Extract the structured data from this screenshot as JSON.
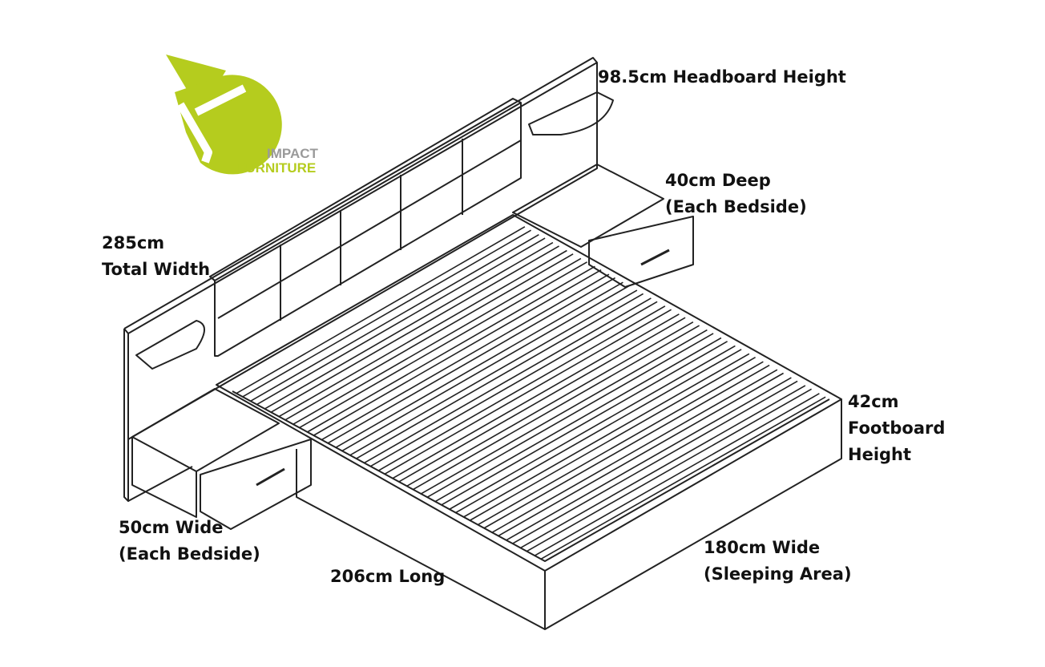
{
  "logo": {
    "line1": "IMPACT",
    "line2": "FURNITURE",
    "colors": {
      "green": "#b5cc1e",
      "gray": "#9a9a9a"
    }
  },
  "labels": {
    "headboard_height": "98.5cm Headboard Height",
    "deep_line1": "40cm Deep",
    "deep_line2": "(Each Bedside)",
    "total_width_line1": "285cm",
    "total_width_line2": "Total Width",
    "footboard_line1": "42cm",
    "footboard_line2": "Footboard",
    "footboard_line3": "Height",
    "bedside_wide_line1": "50cm Wide",
    "bedside_wide_line2": "(Each Bedside)",
    "long": "206cm Long",
    "sleeping_line1": "180cm Wide",
    "sleeping_line2": "(Sleeping Area)"
  }
}
